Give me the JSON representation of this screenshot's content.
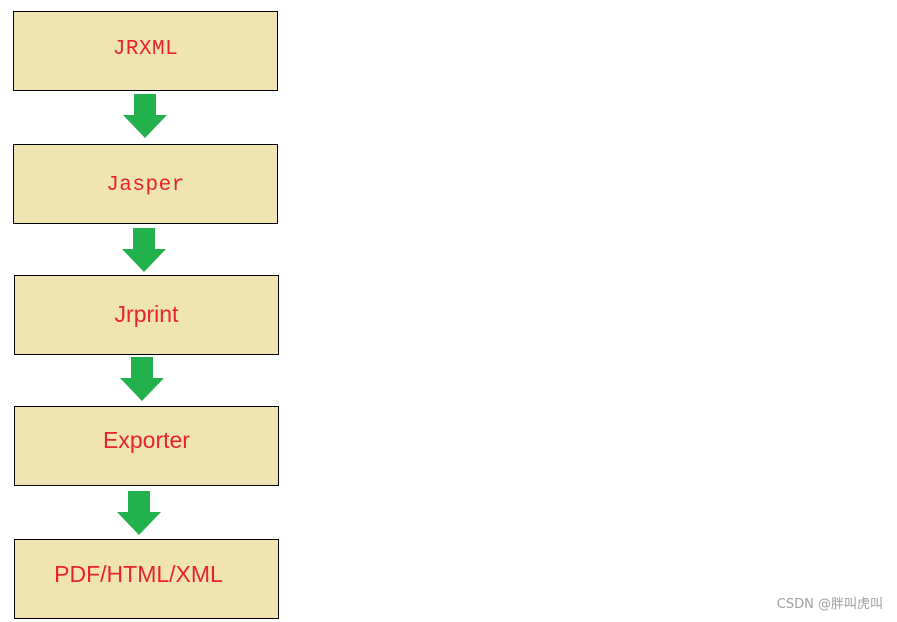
{
  "nodes": [
    {
      "id": "jrxml",
      "label": "JRXML"
    },
    {
      "id": "jasper",
      "label": "Jasper"
    },
    {
      "id": "jrprint",
      "label": "Jrprint"
    },
    {
      "id": "exporter",
      "label": "Exporter"
    },
    {
      "id": "output",
      "label": "PDF/HTML/XML"
    }
  ],
  "edges": [
    {
      "from": "jrxml",
      "to": "jasper"
    },
    {
      "from": "jasper",
      "to": "jrprint"
    },
    {
      "from": "jrprint",
      "to": "exporter"
    },
    {
      "from": "exporter",
      "to": "output"
    }
  ],
  "watermark": "CSDN @胖叫虎叫",
  "colors": {
    "box_fill": "#f0e4b2",
    "box_border": "#000000",
    "label_text": "#e8242a",
    "arrow_fill": "#22b14c",
    "watermark_text": "#a0a0a0"
  }
}
